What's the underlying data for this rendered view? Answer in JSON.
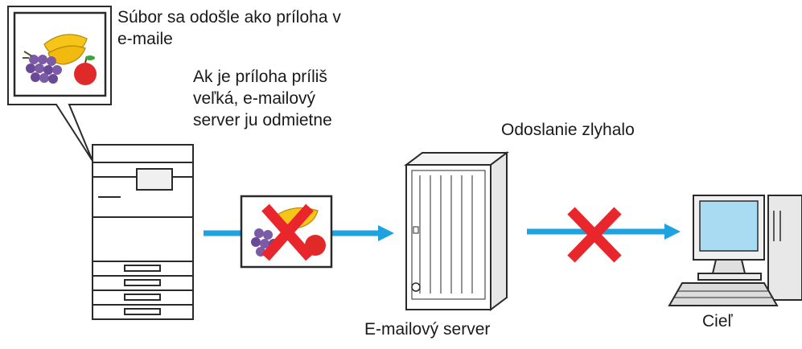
{
  "texts": {
    "attachment_note": "Súbor sa odošle ako príloha v\ne-maile",
    "rejection_note": "Ak je príloha príliš\nveľká, e-mailový\nserver ju odmietne",
    "failed_note": "Odoslanie zlyhalo",
    "server_label": "E-mailový server",
    "destination_label": "Cieľ"
  },
  "colors": {
    "arrow": "#1fa3e0",
    "cross": "#e8262b",
    "outline": "#2a2a2a",
    "device_fill": "#ffffff",
    "screen": "#a9dcf2"
  },
  "icons": [
    "image-file-icon",
    "multifunction-printer-icon",
    "email-server-icon",
    "desktop-computer-icon",
    "cross-icon"
  ]
}
